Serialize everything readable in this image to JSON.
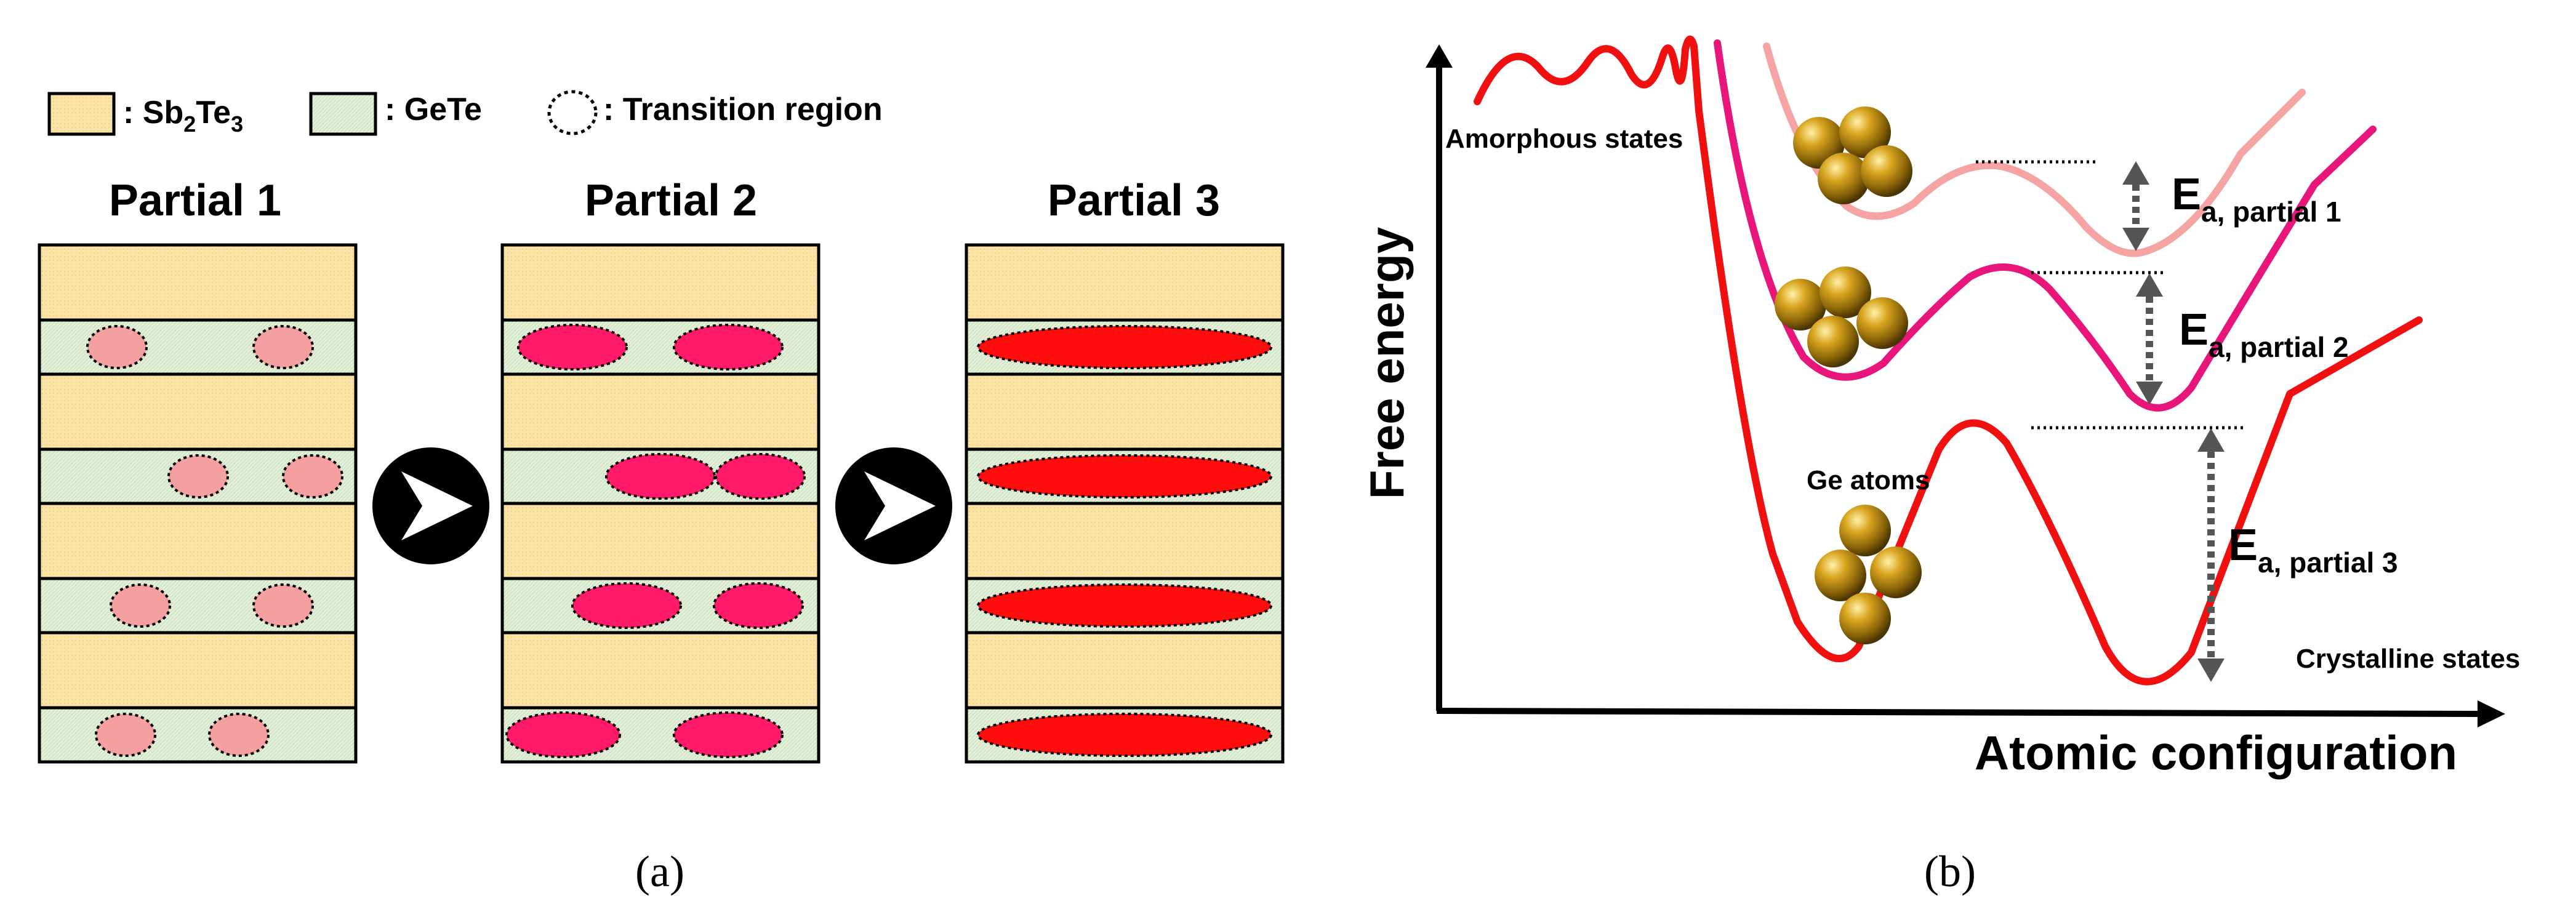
{
  "legend": {
    "sb2te3": {
      "prefix": ": Sb",
      "sub1": "2",
      "mid": "Te",
      "sub2": "3"
    },
    "gete": ": GeTe",
    "transition": ": Transition region"
  },
  "panel_a": {
    "titles": [
      "Partial 1",
      "Partial 2",
      "Partial 3"
    ],
    "caption": "(a)"
  },
  "panel_b": {
    "y_axis": "Free energy",
    "x_axis": "Atomic configuration",
    "amorphous": "Amorphous states",
    "crystalline": "Crystalline states",
    "ge_atoms": "Ge atoms",
    "ea": [
      {
        "main": "E",
        "sub": "a, partial 1"
      },
      {
        "main": "E",
        "sub": "a, partial 2"
      },
      {
        "main": "E",
        "sub": "a, partial 3"
      }
    ],
    "caption": "(b)"
  },
  "colors": {
    "sb2te3_fill": "#FBE3A6",
    "gete_fill": "#E2F0D9",
    "partial1_region": "#F4A0A0",
    "partial2_region": "#FF1A6A",
    "partial3_region": "#FF0D0D",
    "curve1": "#F6A3A3",
    "curve2": "#E8157A",
    "curve3": "#F01010",
    "atom": "#B8860B"
  }
}
